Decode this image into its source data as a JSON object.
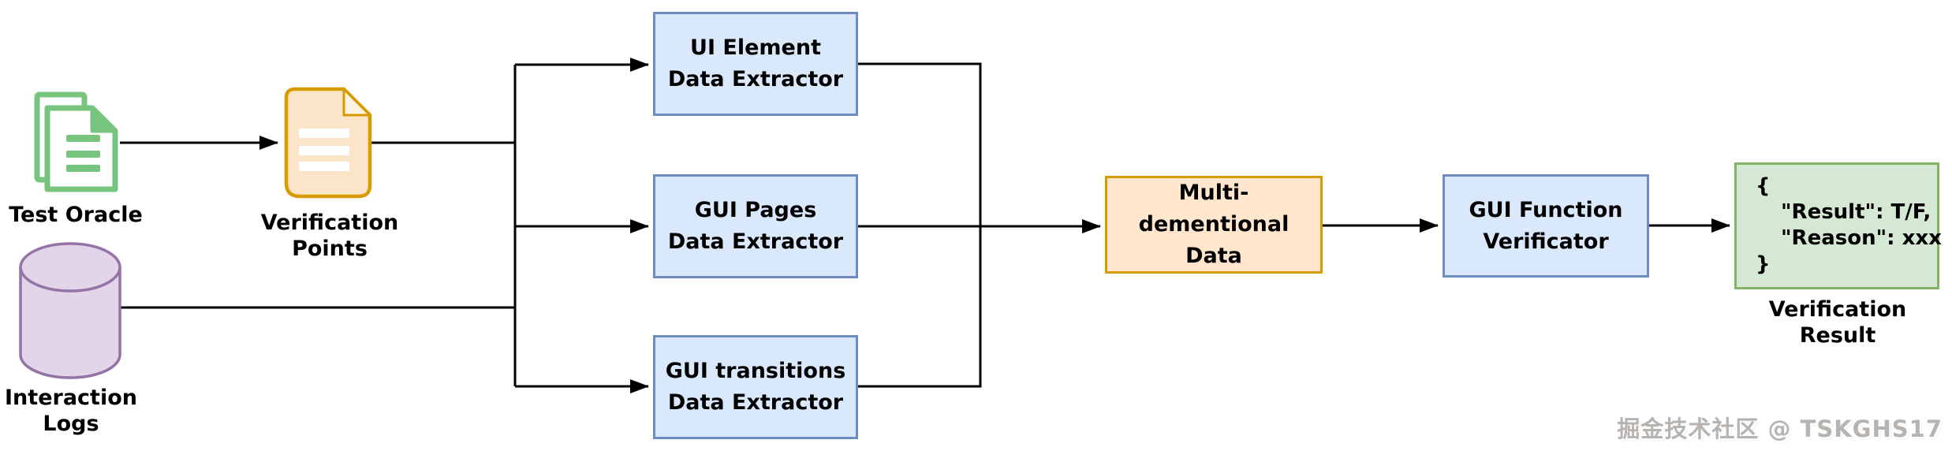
{
  "nodes": {
    "test_oracle": {
      "label": "Test Oracle"
    },
    "verification_points": {
      "label1": "Verification",
      "label2": "Points"
    },
    "interaction_logs": {
      "label1": "Interaction",
      "label2": "Logs"
    },
    "ui_element_extractor": {
      "line1": "UI Element",
      "line2": "Data Extractor"
    },
    "gui_pages_extractor": {
      "line1": "GUI Pages",
      "line2": "Data Extractor"
    },
    "gui_transitions_extractor": {
      "line1": "GUI transitions",
      "line2": "Data Extractor"
    },
    "multi_dimensional_data": {
      "line1": "Multi-dementional",
      "line2": "Data"
    },
    "gui_function_verificator": {
      "line1": "GUI Function",
      "line2": "Verificator"
    },
    "verification_result": {
      "code": [
        "{",
        "\"Result\": T/F,",
        "\"Reason\": xxx",
        "}"
      ],
      "label1": "Verification",
      "label2": "Result"
    }
  },
  "colors": {
    "blue_fill": "#dae8fc",
    "blue_stroke": "#6c8ebf",
    "orange_fill": "#ffe6cc",
    "orange_stroke": "#d79b00",
    "green_fill": "#d5e8d4",
    "green_stroke": "#82b366",
    "purple_fill": "#e2d5e9",
    "purple_stroke": "#9673a6",
    "doc_icon_green": "#76c47e",
    "doc_icon_orange_fill": "#fbe5c8",
    "connector": "#000000"
  },
  "watermark": {
    "text": "掘金技术社区 @ TSKGHS17"
  }
}
